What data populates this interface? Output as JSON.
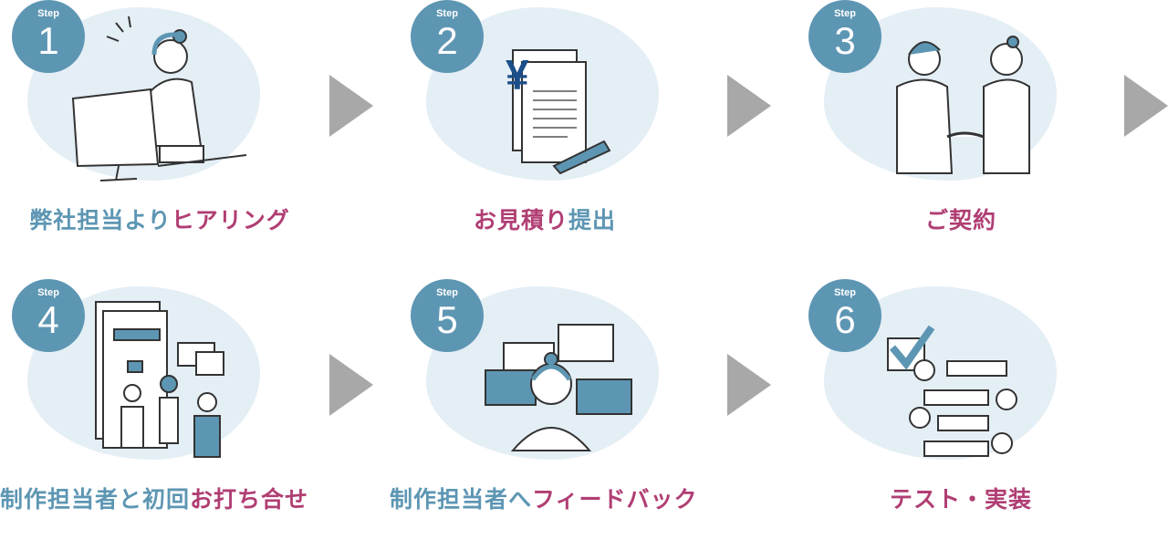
{
  "steps": [
    {
      "label": "Step",
      "number": "1",
      "caption_a": "弊社担当より",
      "caption_b": "ヒアリング",
      "icon": "operator-at-computer-icon"
    },
    {
      "label": "Step",
      "number": "2",
      "caption_a": "",
      "caption_b": "お見積り",
      "caption_c": "提出",
      "icon": "yen-estimate-document-icon"
    },
    {
      "label": "Step",
      "number": "3",
      "caption_a": "",
      "caption_b": "ご契約",
      "icon": "handshake-icon"
    },
    {
      "label": "Step",
      "number": "4",
      "caption_a": "制作担当者と初回",
      "caption_b": "お打ち合せ",
      "icon": "team-meeting-icon"
    },
    {
      "label": "Step",
      "number": "5",
      "caption_a": "制作担当者へ",
      "caption_b": "フィードバック",
      "icon": "feedback-chat-icon"
    },
    {
      "label": "Step",
      "number": "6",
      "caption_a": "",
      "caption_b": "テスト・実装",
      "icon": "checklist-test-icon"
    }
  ],
  "colors": {
    "badge": "#5d96b3",
    "blob": "#e4eef5",
    "caption_primary": "#5d96b3",
    "caption_highlight": "#b03e73",
    "arrow": "#a8a8a8"
  }
}
